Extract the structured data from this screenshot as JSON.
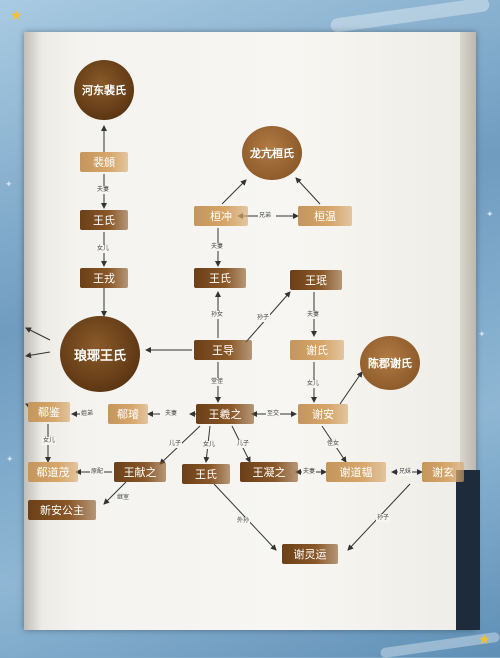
{
  "circles": {
    "hedong_pei": "河东裴氏",
    "longkang_huan": "龙亢桓氏",
    "langya_wang": "琅琊王氏",
    "chenjun_xie": "陈郡谢氏"
  },
  "nodes": {
    "pei_wei": "裴頠",
    "wang_shi_left": "王氏",
    "wang_rong": "王戎",
    "huan_chong": "桓冲",
    "huan_wen": "桓温",
    "wang_shi_mid": "王氏",
    "wang_min": "王珉",
    "wang_dao": "王导",
    "xie_shi": "谢氏",
    "xi_jian": "郗鉴",
    "xi_xuan": "郗璿",
    "wang_xizhi": "王羲之",
    "xie_an": "谢安",
    "xi_daomao": "郗道茂",
    "wang_xianzhi": "王献之",
    "wang_shi_bottom": "王氏",
    "wang_ningzhi": "王凝之",
    "xie_daoyun": "谢道韫",
    "xie_xuan": "谢玄",
    "xinan_princess": "新安公主",
    "xie_lingyun": "谢灵运"
  },
  "relations": {
    "fuqi_1": "夫妻",
    "nuer_1": "女儿",
    "xiongdi_1": "兄弟",
    "fuqi_2": "夫妻",
    "sunnv": "孙女",
    "sunzi": "孙子",
    "fuqi_3": "夫妻",
    "tangzhi": "堂侄",
    "nuer_2": "女儿",
    "xiongdi_2": "姐弟",
    "fuqi_4": "夫妻",
    "zhiyou": "至交",
    "nuer_3": "女儿",
    "erzi_1": "儿子",
    "nuer_4": "女儿",
    "erzi_2": "儿子",
    "zhinv": "侄女",
    "yuanpei": "原配",
    "fuqi_5": "夫妻",
    "xiongmei": "兄妹",
    "jishi": "继室",
    "waisun": "外孙",
    "sunzi_2": "孙子"
  }
}
